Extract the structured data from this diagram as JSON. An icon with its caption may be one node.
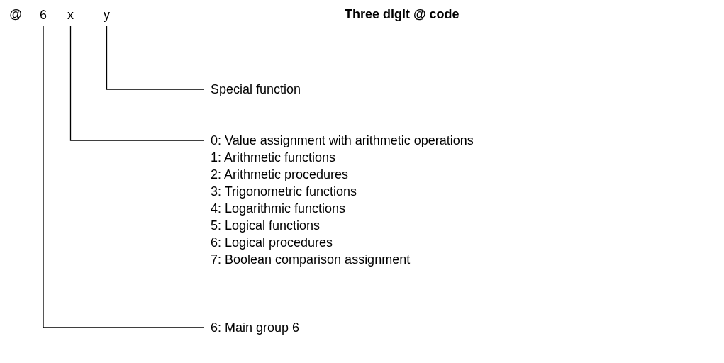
{
  "diagram": {
    "title": "Three digit @ code",
    "nodes": [
      {
        "text": [
          "6"
        ]
      },
      {
        "text": [
          "x"
        ]
      },
      {
        "text": [
          "y"
        ]
      },
      {
        "text": [
          "Special function"
        ]
      },
      {
        "text": [
          "0: Value assignment with arithmetic operations",
          "1: Arithmetic functions",
          "2: Arithmetic procedures",
          "3: Trigonometric functions",
          "4: Logarithmic functions",
          "5: Logical functions",
          "6: Logical procedures",
          "7: Boolean comparison assignment"
        ]
      },
      {
        "text": [
          "6: Main group 6"
        ]
      }
    ],
    "edges": [
      {
        "from": 2,
        "to": 3,
        "arrow": "none"
      },
      {
        "from": 1,
        "to": 4,
        "arrow": "none"
      },
      {
        "from": 0,
        "to": 5,
        "arrow": "none"
      }
    ],
    "labels": [
      "@"
    ]
  }
}
